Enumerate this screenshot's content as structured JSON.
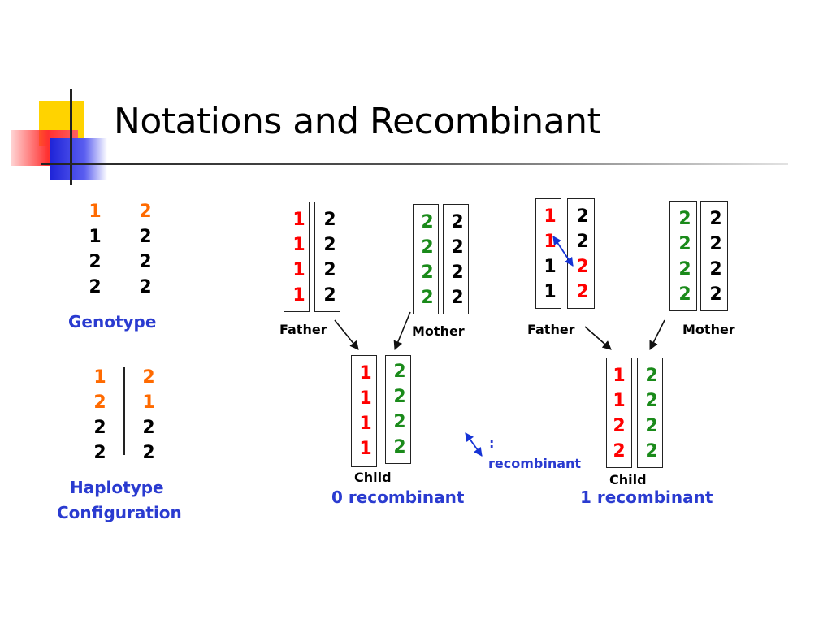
{
  "slide": {
    "title": "Notations and Recombinant"
  },
  "genotype": {
    "rows": [
      [
        "1",
        "2"
      ],
      [
        "1",
        "2"
      ],
      [
        "2",
        "2"
      ],
      [
        "2",
        "2"
      ]
    ],
    "label": "Genotype"
  },
  "haplotype": {
    "rows": [
      [
        "1",
        "2"
      ],
      [
        "2",
        "1"
      ],
      [
        "2",
        "2"
      ],
      [
        "2",
        "2"
      ]
    ],
    "label_line1": "Haplotype",
    "label_line2": "Configuration"
  },
  "example1": {
    "father_label": "Father",
    "mother_label": "Mother",
    "child_label": "Child",
    "result_label": "0 recombinant",
    "father": {
      "left": [
        "1",
        "1",
        "1",
        "1"
      ],
      "right": [
        "2",
        "2",
        "2",
        "2"
      ]
    },
    "mother": {
      "left": [
        "2",
        "2",
        "2",
        "2"
      ],
      "right": [
        "2",
        "2",
        "2",
        "2"
      ]
    },
    "child": {
      "left": [
        "1",
        "1",
        "1",
        "1"
      ],
      "right": [
        "2",
        "2",
        "2",
        "2"
      ]
    }
  },
  "example2": {
    "father_label": "Father",
    "mother_label": "Mother",
    "child_label": "Child",
    "result_label": "1 recombinant",
    "father": {
      "left": [
        "1",
        "1",
        "1",
        "1"
      ],
      "right": [
        "2",
        "2",
        "2",
        "2"
      ]
    },
    "mother": {
      "left": [
        "2",
        "2",
        "2",
        "2"
      ],
      "right": [
        "2",
        "2",
        "2",
        "2"
      ]
    },
    "child": {
      "left": [
        "1",
        "1",
        "2",
        "2"
      ],
      "right": [
        "2",
        "2",
        "2",
        "2"
      ]
    }
  },
  "legend": {
    "colon": ":",
    "text": "recombinant"
  },
  "colors": {
    "black": "#000000",
    "orange": "#ff6a00",
    "red": "#ff0000",
    "green": "#1a8a1a",
    "blue": "#2a3bd0"
  }
}
